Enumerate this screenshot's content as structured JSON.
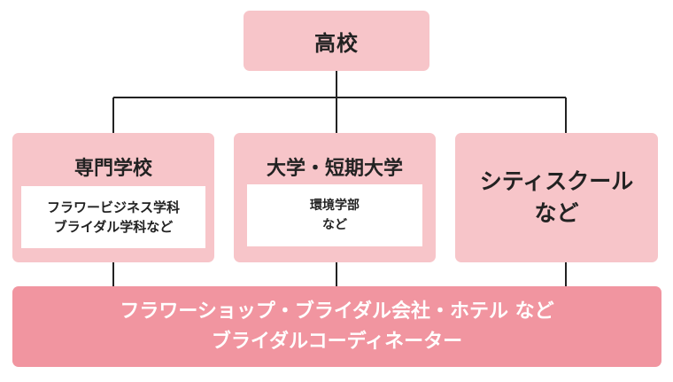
{
  "diagram": {
    "top": {
      "label": "高校"
    },
    "middle": [
      {
        "title": "専門学校",
        "details": [
          "フラワービジネス学科",
          "ブライダル学科など"
        ]
      },
      {
        "title": "大学・短期大学",
        "details": [
          "環境学部",
          "など"
        ]
      },
      {
        "title_lines": [
          "シティスクール",
          "など"
        ]
      }
    ],
    "bottom": {
      "lines": [
        "フラワーショップ・ブライダル会社・ホテル など",
        "ブライダルコーディネーター"
      ]
    },
    "colors": {
      "node_light": "#f7c5c9",
      "node_dark": "#f195a0",
      "line": "#222222",
      "inner": "#ffffff"
    }
  }
}
